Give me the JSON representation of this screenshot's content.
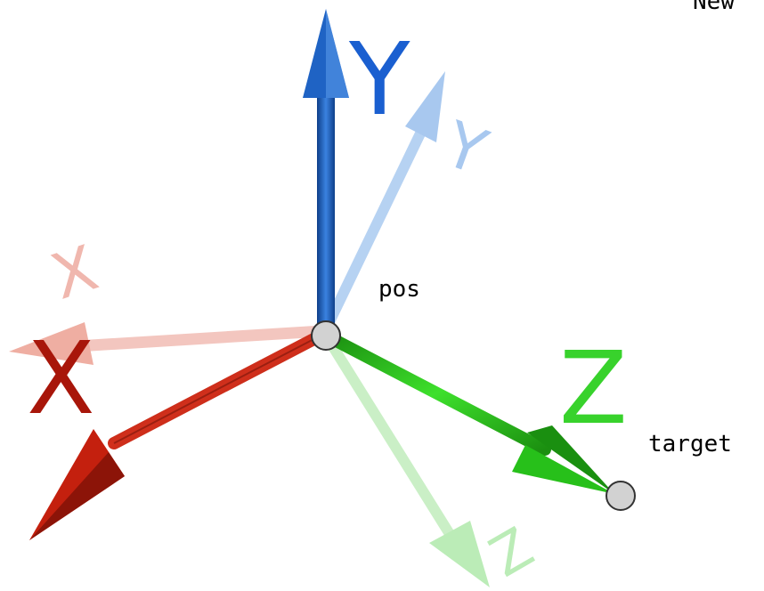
{
  "labels": {
    "corner": "New",
    "origin": "pos",
    "target": "target"
  },
  "axes": {
    "current": {
      "x": {
        "letter": "X",
        "color": "#b01d10",
        "text_color": "#a8160a"
      },
      "y": {
        "letter": "Y",
        "color": "#1f63c4",
        "text_color": "#1a5fd0"
      },
      "z": {
        "letter": "Z",
        "color": "#27c01a",
        "text_color": "#38d22c"
      }
    },
    "faded": {
      "x": {
        "letter": "X",
        "color": "#f0b4aa"
      },
      "y": {
        "letter": "Y",
        "color": "#a4c6ef"
      },
      "z": {
        "letter": "Z",
        "color": "#b8ebb4"
      }
    }
  },
  "points": {
    "pos": {
      "fill": "#d2d2d2",
      "stroke": "#333333"
    },
    "target": {
      "fill": "#d2d2d2",
      "stroke": "#333333"
    }
  }
}
